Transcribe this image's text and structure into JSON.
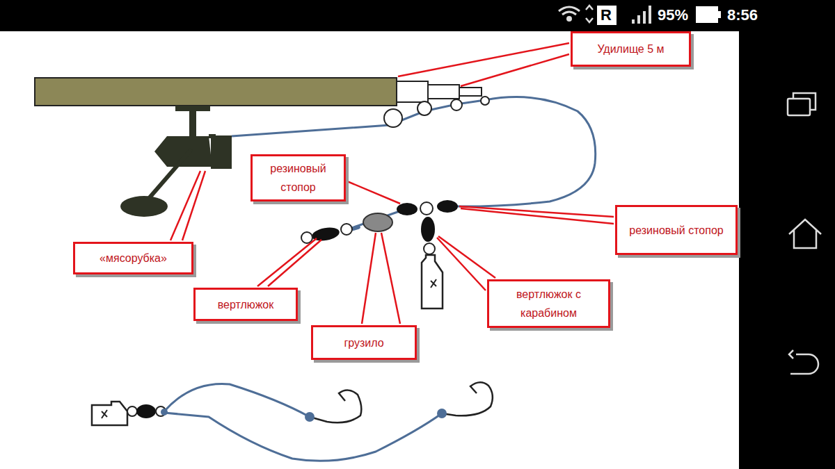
{
  "diagram": {
    "nodes": [
      {
        "text": [
          "Удилище 5 м"
        ]
      },
      {
        "text": [
          "резиновый стопор"
        ]
      },
      {
        "text": [
          "резиновый стопор"
        ]
      },
      {
        "text": [
          "«мясорубка»"
        ]
      },
      {
        "text": [
          "вертлюжок"
        ]
      },
      {
        "text": [
          "вертлюжок с карабином"
        ]
      },
      {
        "text": [
          "грузило"
        ]
      }
    ],
    "labels": [
      "R",
      "95%",
      "8:56"
    ]
  }
}
